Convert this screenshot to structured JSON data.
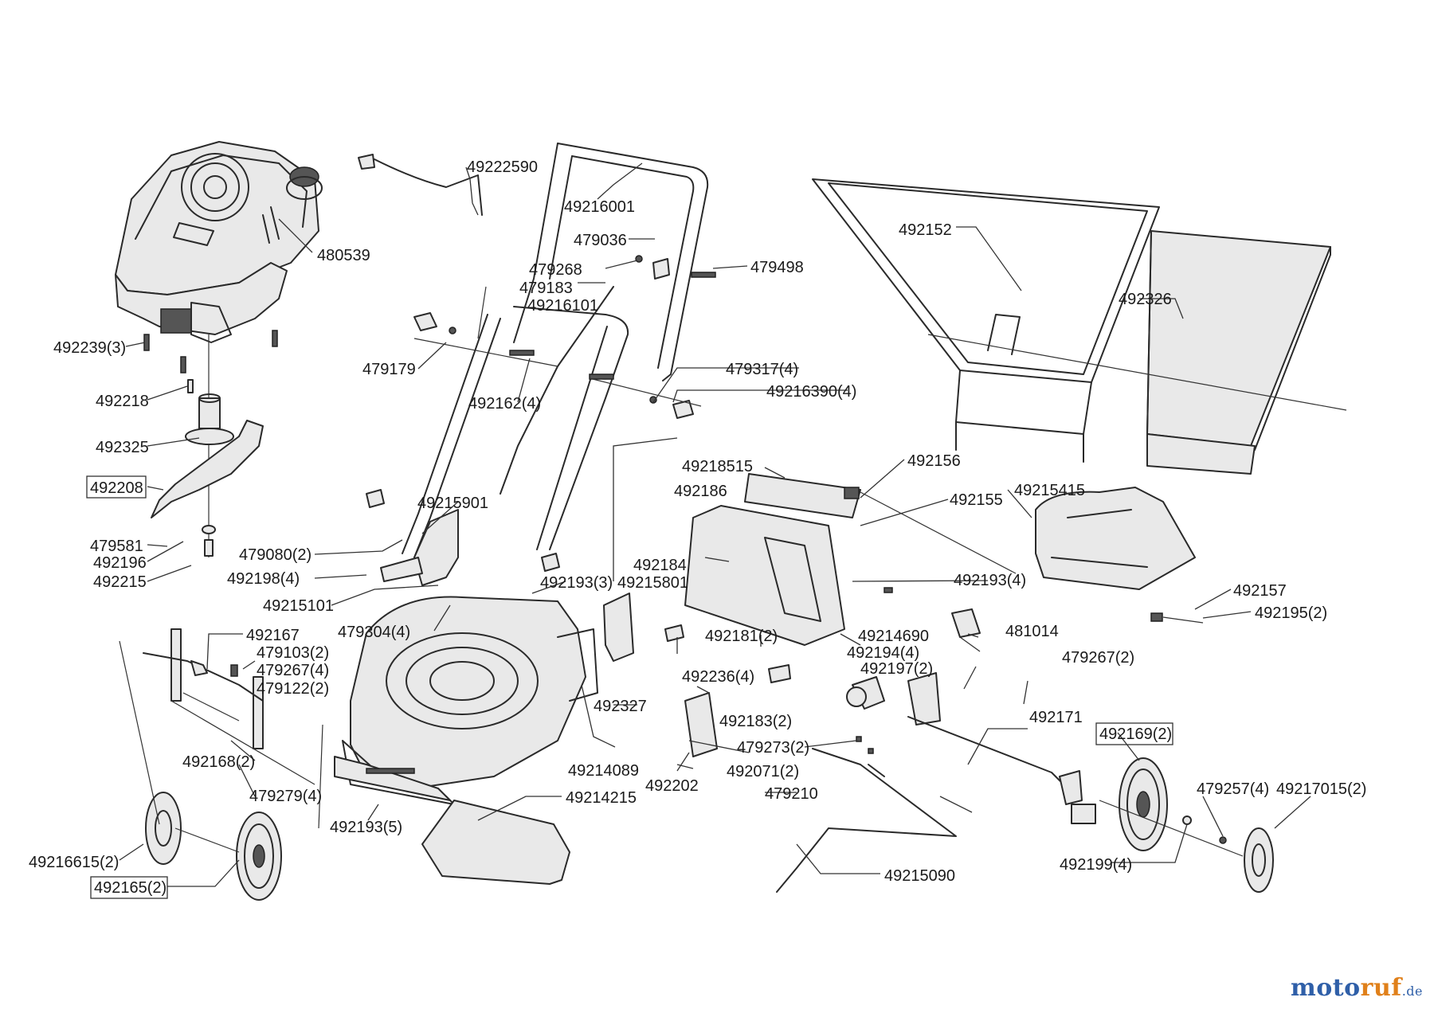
{
  "labels": [
    "49222590",
    "49216001",
    "480539",
    "479036",
    "479268",
    "479498",
    "479183",
    "49216101",
    "492152",
    "492326",
    "492239(3)",
    "479179",
    "479317(4)",
    "492162(4)",
    "49216390(4)",
    "492218",
    "492325",
    "492208",
    "49218515",
    "492156",
    "492186",
    "492155",
    "49215415",
    "49215901",
    "479581",
    "492196",
    "492215",
    "479080(2)",
    "492184",
    "492198(4)",
    "492193(3)",
    "49215801",
    "492193(4)",
    "49215101",
    "479304(4)",
    "492157",
    "492195(2)",
    "492167",
    "479103(2)",
    "479267(4)",
    "479122(2)",
    "492181(2)",
    "49214690",
    "481014",
    "492194(4)",
    "492236(4)",
    "492197(2)",
    "479267(2)",
    "492327",
    "492183(2)",
    "492171",
    "492168(2)",
    "49214089",
    "479273(2)",
    "492169(2)",
    "492202",
    "492071(2)",
    "479257(4)",
    "49217015(2)",
    "479279(4)",
    "479210",
    "49214215",
    "492193(5)",
    "492199(4)",
    "49216615(2)",
    "49215090",
    "492165(2)"
  ],
  "boxed_labels": [
    "492208",
    "492169(2)",
    "492165(2)"
  ],
  "watermark": {
    "part1": "moto",
    "part2": "ruf",
    "part3": ".de"
  }
}
